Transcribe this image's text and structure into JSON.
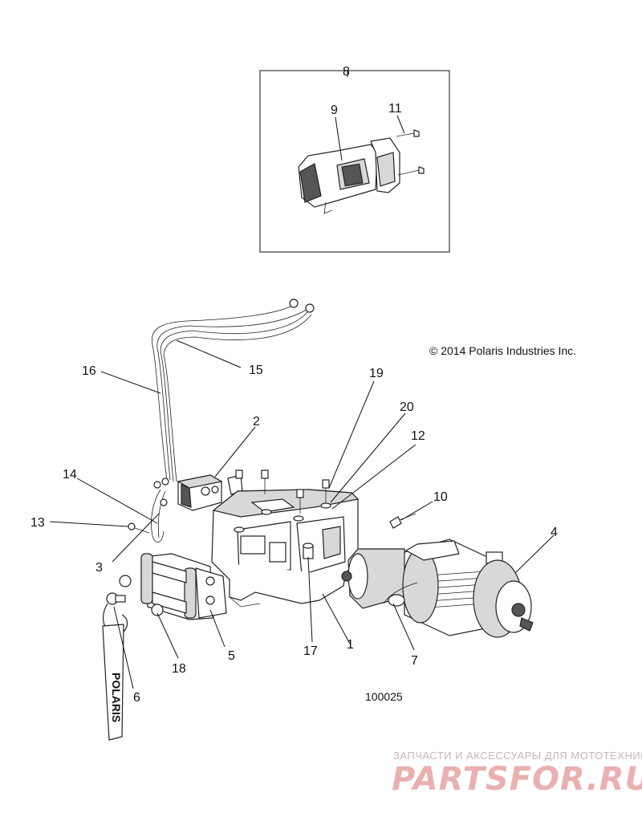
{
  "copyright": "© 2014 Polaris Industries Inc.",
  "diagram_number": "100025",
  "strap_brand": "POLARIS",
  "watermark": {
    "tagline": "ЗАПЧАСТИ И АКСЕССУАРЫ ДЛЯ МОТОТЕХНИКИ",
    "logo": "PARTSFOR.RU"
  },
  "callouts": {
    "c1": "1",
    "c2": "2",
    "c3": "3",
    "c4": "4",
    "c5": "5",
    "c6": "6",
    "c7": "7",
    "c8": "8",
    "c9": "9",
    "c10": "10",
    "c11": "11",
    "c12": "12",
    "c13": "13",
    "c14": "14",
    "c15": "15",
    "c16": "16",
    "c17": "17",
    "c18": "18",
    "c19": "19",
    "c20": "20"
  }
}
